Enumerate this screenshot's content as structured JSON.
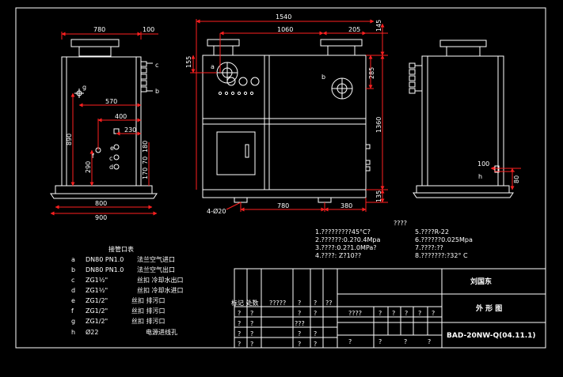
{
  "colors": {
    "background": "#000000",
    "line": "#ffffff",
    "dimension": "#ff2020"
  },
  "dims": {
    "left_width": "780",
    "left_offset": "100",
    "left_570": "570",
    "left_400": "400",
    "left_230": "230",
    "left_890": "890",
    "left_290": "290",
    "left_180": "180",
    "left_70": "70",
    "left_170": "170",
    "left_800": "800",
    "left_900": "900",
    "front_1540": "1540",
    "front_1060": "1060",
    "front_205": "205",
    "front_145": "145",
    "front_155": "155",
    "front_285": "285",
    "front_1360": "1360",
    "front_135": "135",
    "front_holes": "4-Ø20",
    "front_780": "780",
    "front_380": "380",
    "right_100": "100",
    "right_80": "80"
  },
  "labels": {
    "a": "a",
    "b": "b",
    "c": "c",
    "d": "d",
    "e": "e",
    "f": "f",
    "g": "g",
    "h": "h"
  },
  "specs": {
    "heading": "????",
    "items": [
      "1.?????????45°C?",
      "2.??????:0.2?0.4Mpa",
      "3.????:0.2?1.0MPa?",
      "4.????:  Z?10??",
      "5.????R-22",
      "6.??????0.025Mpa",
      "7.????:??",
      "8.???????:?32° C"
    ]
  },
  "ports": {
    "title": "接管口表",
    "rows": [
      {
        "code": "a",
        "size": "DN80 PN1.0",
        "desc": "法兰空气进口"
      },
      {
        "code": "b",
        "size": "DN80 PN1.0",
        "desc": "法兰空气出口"
      },
      {
        "code": "c",
        "size": "ZG1½\"",
        "desc": "丝扣 冷却水出口"
      },
      {
        "code": "d",
        "size": "ZG1½\"",
        "desc": "丝扣 冷却水进口"
      },
      {
        "code": "e",
        "size": "ZG1/2\"",
        "desc": "丝扣 排污口"
      },
      {
        "code": "f",
        "size": "ZG1/2\"",
        "desc": "丝扣 排污口"
      },
      {
        "code": "g",
        "size": "ZG1/2\"",
        "desc": "丝扣 排污口"
      },
      {
        "code": "h",
        "size": "Ø22",
        "desc": "电源进线孔"
      }
    ]
  },
  "titleblock": {
    "name": "刘国东",
    "drawing": "外 形 图",
    "code": "BAD-20NW-Q(04.11.1)",
    "col_label": "标记 处数",
    "col_2": "?????",
    "q": "?",
    "q2": "??",
    "q3": "???",
    "q4": "????"
  }
}
